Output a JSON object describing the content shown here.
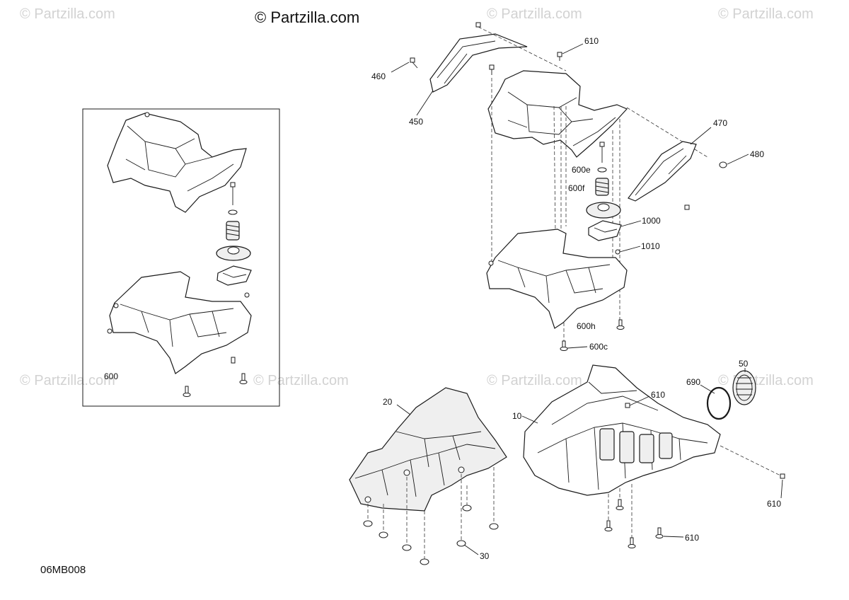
{
  "watermarks": {
    "top_left": "© Partzilla.com",
    "top_center": "© Partzilla.com",
    "top_right": "© Partzilla.com",
    "mid_left": "© Partzilla.com",
    "mid_center_left": "© Partzilla.com",
    "mid_center_right": "© Partzilla.com",
    "mid_right": "© Partzilla.com"
  },
  "brand_text": "© Partzilla.com",
  "diagram_code": "06MB008",
  "callouts": {
    "c460": "460",
    "c450": "450",
    "c610_top": "610",
    "c470": "470",
    "c480": "480",
    "c600e": "600e",
    "c600f": "600f",
    "c1000": "1000",
    "c1010": "1010",
    "c600h": "600h",
    "c600c": "600c",
    "c600": "600",
    "c20": "20",
    "c10": "10",
    "c610_mid": "610",
    "c690": "690",
    "c50": "50",
    "c610_right": "610",
    "c610_bottom": "610",
    "c30": "30"
  },
  "colors": {
    "line": "#1a1a1a",
    "watermark": "#d2d2d2",
    "background": "#ffffff"
  }
}
